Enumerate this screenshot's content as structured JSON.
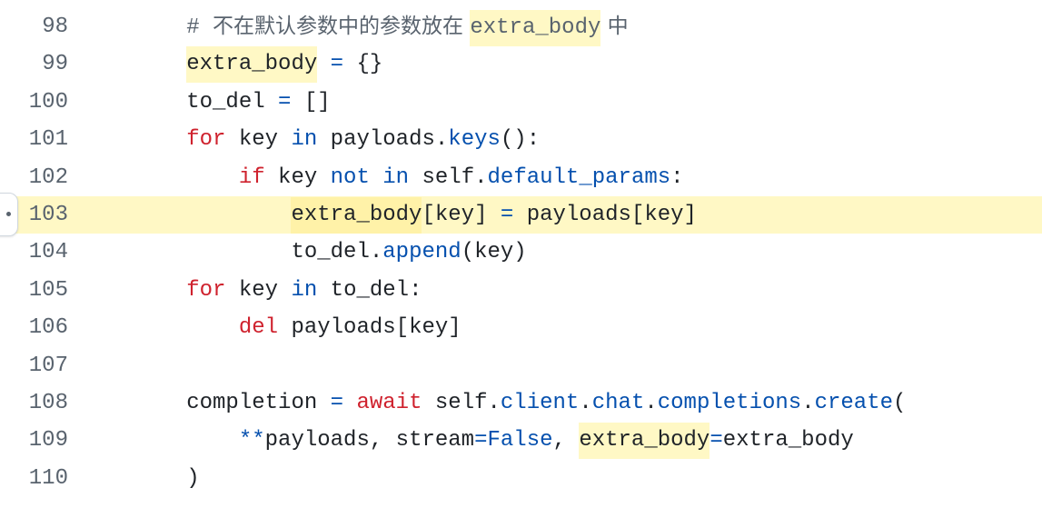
{
  "colors": {
    "keyword": "#cf222e",
    "builtin": "#0550ae",
    "comment": "#59636e",
    "text": "#1f2328",
    "line_number": "#59636e",
    "highlight": "#fff8c5"
  },
  "gutter_handle": {
    "icon": "line-options-icon"
  },
  "lines": [
    {
      "n": "98",
      "indent": "        ",
      "tokens": [
        {
          "t": "# ",
          "c": "cm"
        },
        {
          "t": "不在默认参数中的参数放在 ",
          "c": "cm cjk"
        },
        {
          "t": "extra_body",
          "c": "cm hl"
        },
        {
          "t": " 中",
          "c": "cm cjk"
        }
      ]
    },
    {
      "n": "99",
      "indent": "        ",
      "tokens": [
        {
          "t": "extra_body",
          "c": "hl"
        },
        {
          "t": " ",
          "c": ""
        },
        {
          "t": "=",
          "c": "op"
        },
        {
          "t": " {}",
          "c": ""
        }
      ]
    },
    {
      "n": "100",
      "indent": "        ",
      "tokens": [
        {
          "t": "to_del ",
          "c": ""
        },
        {
          "t": "=",
          "c": "op"
        },
        {
          "t": " []",
          "c": ""
        }
      ]
    },
    {
      "n": "101",
      "indent": "        ",
      "tokens": [
        {
          "t": "for",
          "c": "kw"
        },
        {
          "t": " key ",
          "c": ""
        },
        {
          "t": "in",
          "c": "kwb"
        },
        {
          "t": " payloads.",
          "c": ""
        },
        {
          "t": "keys",
          "c": "attr"
        },
        {
          "t": "():",
          "c": ""
        }
      ]
    },
    {
      "n": "102",
      "indent": "            ",
      "tokens": [
        {
          "t": "if",
          "c": "kw"
        },
        {
          "t": " key ",
          "c": ""
        },
        {
          "t": "not",
          "c": "kwb"
        },
        {
          "t": " ",
          "c": ""
        },
        {
          "t": "in",
          "c": "kwb"
        },
        {
          "t": " self.",
          "c": ""
        },
        {
          "t": "default_params",
          "c": "attr"
        },
        {
          "t": ":",
          "c": ""
        }
      ]
    },
    {
      "n": "103",
      "indent": "                ",
      "active": true,
      "tokens": [
        {
          "t": "extra_body",
          "c": "hl"
        },
        {
          "t": "[key] ",
          "c": ""
        },
        {
          "t": "=",
          "c": "op"
        },
        {
          "t": " payloads[key]",
          "c": ""
        }
      ]
    },
    {
      "n": "104",
      "indent": "                ",
      "tokens": [
        {
          "t": "to_del.",
          "c": ""
        },
        {
          "t": "append",
          "c": "attr"
        },
        {
          "t": "(key)",
          "c": ""
        }
      ]
    },
    {
      "n": "105",
      "indent": "        ",
      "tokens": [
        {
          "t": "for",
          "c": "kw"
        },
        {
          "t": " key ",
          "c": ""
        },
        {
          "t": "in",
          "c": "kwb"
        },
        {
          "t": " to_del:",
          "c": ""
        }
      ]
    },
    {
      "n": "106",
      "indent": "            ",
      "tokens": [
        {
          "t": "del",
          "c": "kw"
        },
        {
          "t": " payloads[key]",
          "c": ""
        }
      ]
    },
    {
      "n": "107",
      "indent": "",
      "tokens": []
    },
    {
      "n": "108",
      "indent": "        ",
      "tokens": [
        {
          "t": "completion ",
          "c": ""
        },
        {
          "t": "=",
          "c": "op"
        },
        {
          "t": " ",
          "c": ""
        },
        {
          "t": "await",
          "c": "kw"
        },
        {
          "t": " self.",
          "c": ""
        },
        {
          "t": "client",
          "c": "attr"
        },
        {
          "t": ".",
          "c": ""
        },
        {
          "t": "chat",
          "c": "attr"
        },
        {
          "t": ".",
          "c": ""
        },
        {
          "t": "completions",
          "c": "attr"
        },
        {
          "t": ".",
          "c": ""
        },
        {
          "t": "create",
          "c": "attr"
        },
        {
          "t": "(",
          "c": ""
        }
      ]
    },
    {
      "n": "109",
      "indent": "            ",
      "tokens": [
        {
          "t": "**",
          "c": "op"
        },
        {
          "t": "payloads, stream",
          "c": ""
        },
        {
          "t": "=",
          "c": "op"
        },
        {
          "t": "False",
          "c": "kwb"
        },
        {
          "t": ", ",
          "c": ""
        },
        {
          "t": "extra_body",
          "c": "hl"
        },
        {
          "t": "=",
          "c": "op"
        },
        {
          "t": "extra_body",
          "c": ""
        }
      ]
    },
    {
      "n": "110",
      "indent": "        ",
      "tokens": [
        {
          "t": ")",
          "c": ""
        }
      ]
    }
  ]
}
